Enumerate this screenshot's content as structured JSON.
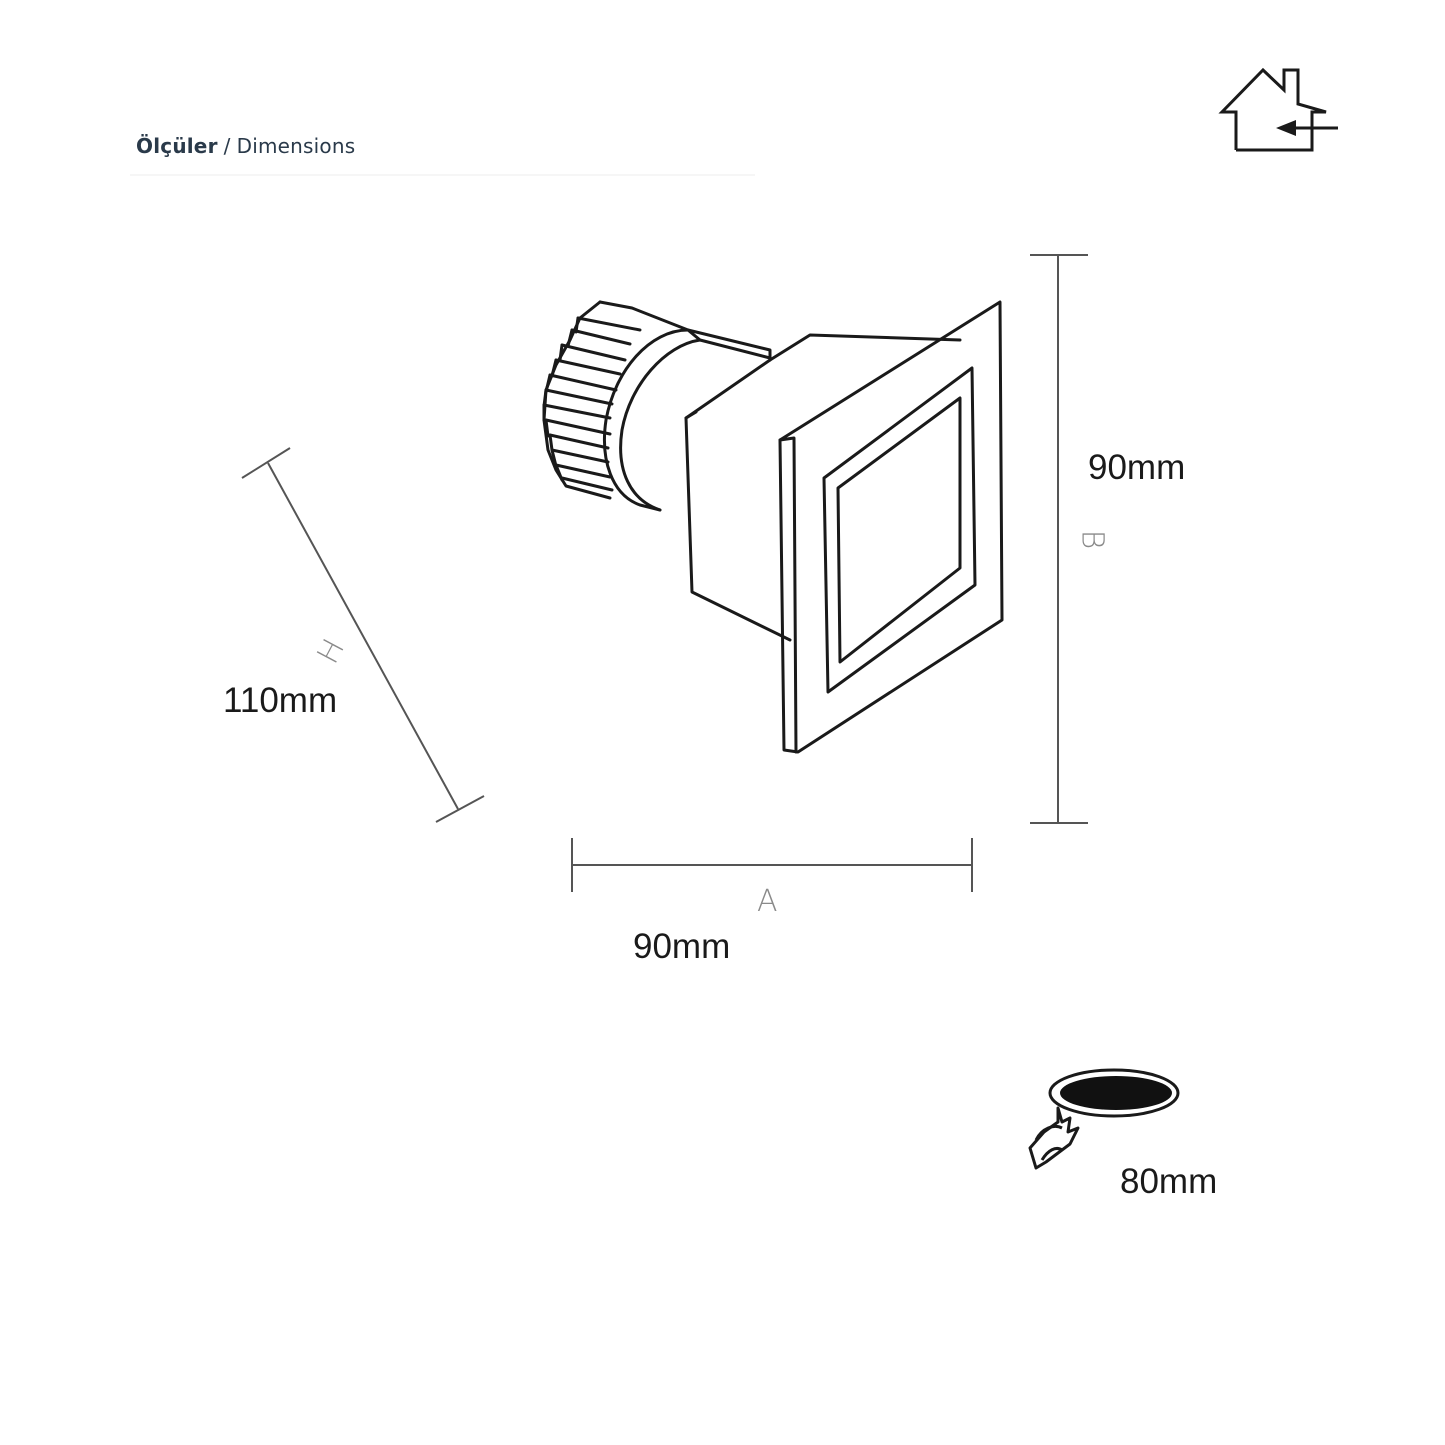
{
  "header": {
    "title_tr": "Ölçüler",
    "separator": "/",
    "title_en": "Dimensions"
  },
  "icons": {
    "indoor": "indoor-house-icon",
    "cutout": "ceiling-cutout-icon"
  },
  "dimensions": {
    "height": {
      "letter": "H",
      "value": "110mm"
    },
    "width": {
      "letter": "A",
      "value": "90mm"
    },
    "depth": {
      "letter": "B",
      "value": "90mm"
    },
    "cutout": {
      "value": "80mm"
    }
  },
  "colors": {
    "line": "#1a1a1a",
    "dim_line": "#555555",
    "letter": "#8a8a8a",
    "title": "#2a3a4a"
  }
}
